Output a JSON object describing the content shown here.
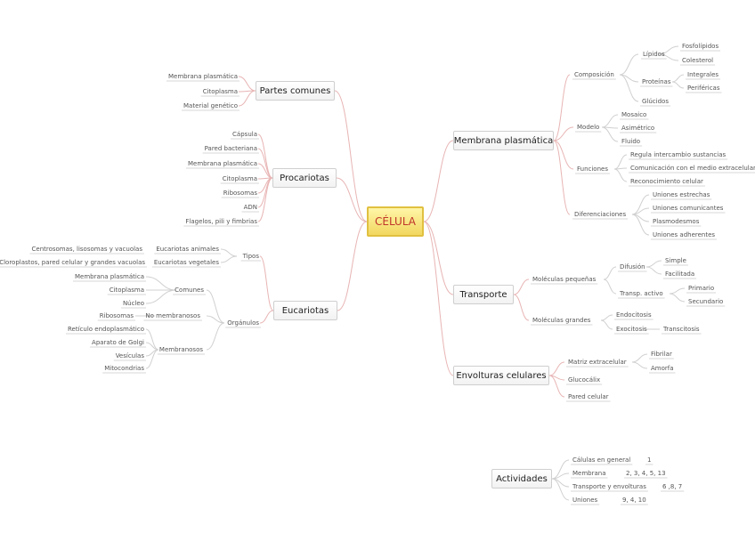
{
  "center": "CÉLULA",
  "right": {
    "membrana": {
      "title": "Membrana plasmática",
      "composicion": "Composición",
      "lipidos": "Lípidos",
      "fosfolipidos": "Fosfolípidos",
      "colesterol": "Colesterol",
      "proteinas": "Proteínas",
      "integrales": "Integrales",
      "periféricas": "Periféricas",
      "glucidos": "Glúcidos",
      "modelo": "Modelo",
      "mosaico": "Mosaico",
      "asimetrico": "Asimétrico",
      "fluido": "Fluido",
      "funciones": "Funciones",
      "f1": "Regula intercambio sustancias",
      "f2": "Comunicación con el medio extracelular",
      "f3": "Reconocimiento celular",
      "diferenciaciones": "Diferenciaciones",
      "d1": "Uniones estrechas",
      "d2": "Uniones comunicantes",
      "d3": "Plasmodesmos",
      "d4": "Uniones adherentes"
    },
    "transporte": {
      "title": "Transporte",
      "pequenas": "Moléculas pequeñas",
      "difusion": "Difusión",
      "simple": "Simple",
      "facilitada": "Facilitada",
      "activo": "Transp. activo",
      "primario": "Primario",
      "secundario": "Secundario",
      "grandes": "Moléculas grandes",
      "endocitosis": "Endocitosis",
      "exocitosis": "Exocitosis",
      "transcitosis": "Transcitosis"
    },
    "envolturas": {
      "title": "Envolturas celulares",
      "matriz": "Matriz extracelular",
      "fibrilar": "Fibrilar",
      "amorfa": "Amorfa",
      "glucocalix": "Glucocálix",
      "pared": "Pared celular"
    },
    "actividades": {
      "title": "Actividades",
      "a1": "Cálulas en general",
      "a1v": "1",
      "a2": "Membrana",
      "a2v": "2, 3, 4, 5, 13",
      "a3": "Transporte y envolturas",
      "a3v": "6 ,8, 7",
      "a4": "Uniones",
      "a4v": "9, 4, 10"
    }
  },
  "left": {
    "partes": {
      "title": "Partes comunes",
      "items": [
        "Membrana plasmática",
        "Citoplasma",
        "Material genético"
      ]
    },
    "procariotas": {
      "title": "Procariotas",
      "items": [
        "Cápsula",
        "Pared bacteriana",
        "Membrana plasmática",
        "Citoplasma",
        "Ribosomas",
        "ADN",
        "Flagelos, pili y fimbrias"
      ]
    },
    "eucariotas": {
      "title": "Eucariotas",
      "tipos": "Tipos",
      "animales": "Eucariotas animales",
      "animales_d": "Centrosomas, lisosomas y vacuolas",
      "vegetales": "Eucariotas vegetales",
      "vegetales_d": "Cloroplastos, pared celular y grandes vacuolas",
      "organulos": "Orgánulos",
      "comunes": "Comunes",
      "c_items": [
        "Membrana plasmática",
        "Citoplasma",
        "Núcleo"
      ],
      "no_membranosos": "No membranosos",
      "ribosomas": "Ribosomas",
      "membranosos": "Membranosos",
      "m_items": [
        "Retículo endoplasmático",
        "Aparato de Golgi",
        "Vesículas",
        "Mitocondrias"
      ]
    }
  }
}
